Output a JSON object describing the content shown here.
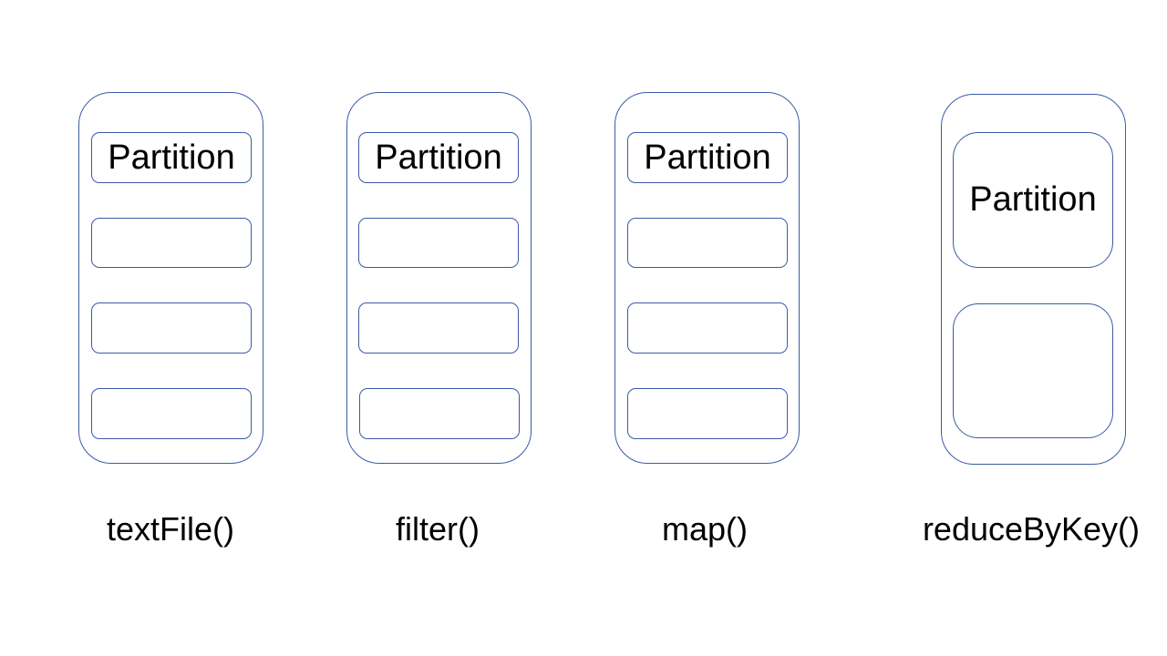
{
  "colors": {
    "outline": "#3b5ba5",
    "text": "#000000",
    "background": "#ffffff"
  },
  "rdds": [
    {
      "function_label": "textFile()",
      "partitions": [
        "Partition",
        "",
        "",
        ""
      ]
    },
    {
      "function_label": "filter()",
      "partitions": [
        "Partition",
        "",
        "",
        ""
      ]
    },
    {
      "function_label": "map()",
      "partitions": [
        "Partition",
        "",
        "",
        ""
      ]
    },
    {
      "function_label": "reduceByKey()",
      "partitions": [
        "Partition",
        ""
      ]
    }
  ]
}
